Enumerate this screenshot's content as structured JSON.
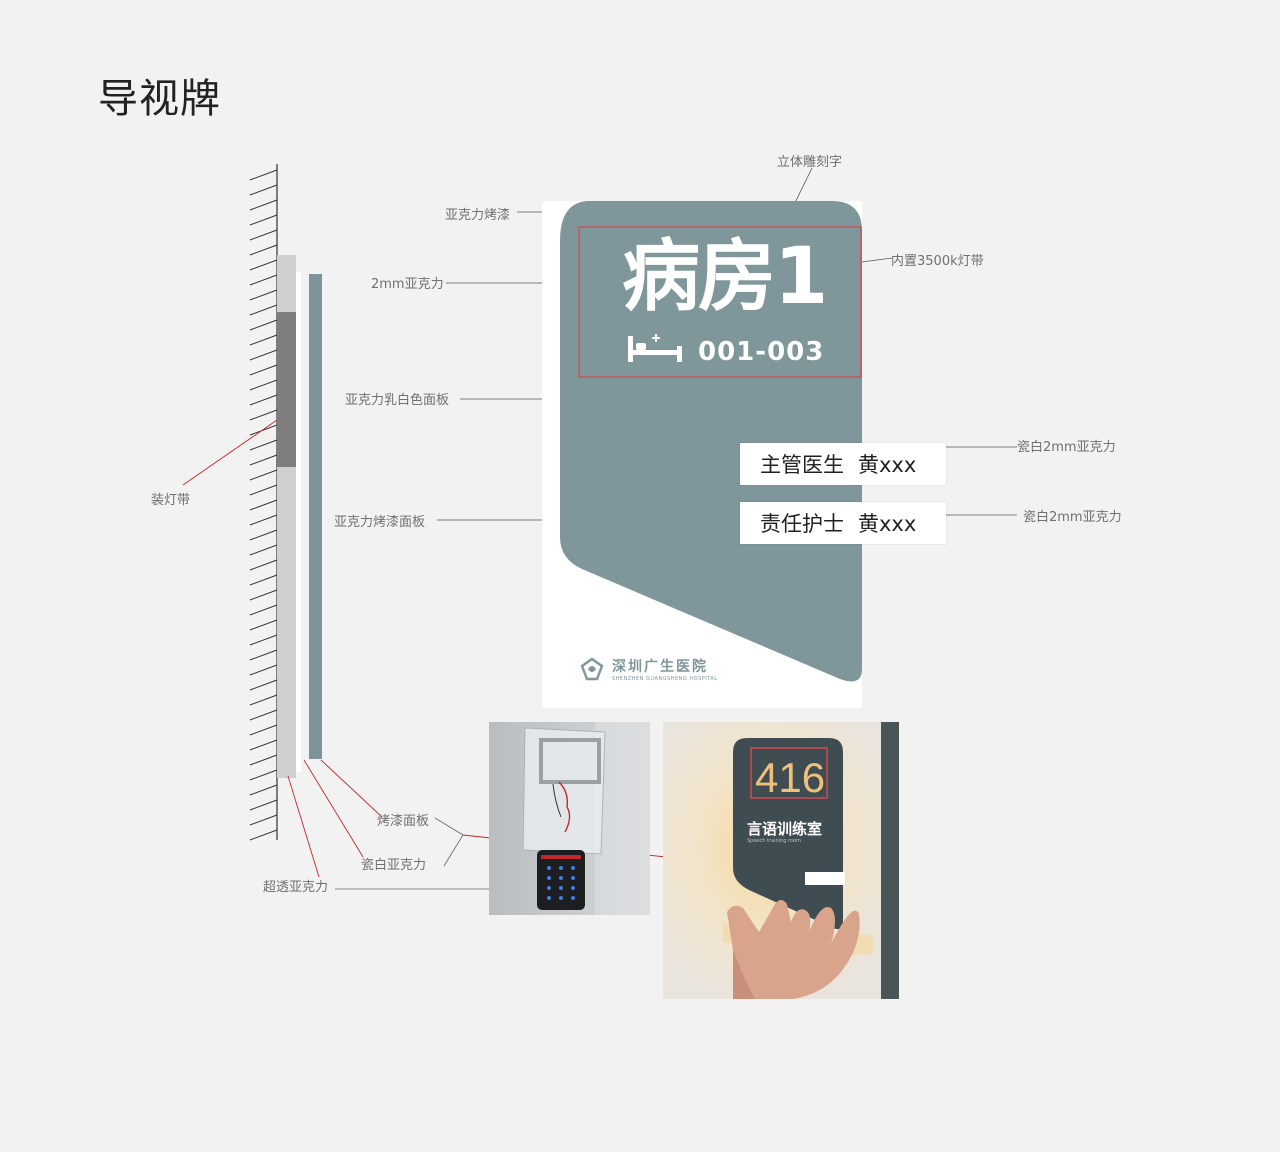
{
  "page": {
    "title": "导视牌"
  },
  "sign": {
    "room_name": "病房1",
    "room_code": "001-003",
    "cards": [
      {
        "role": "主管医生",
        "name": "黄xxx"
      },
      {
        "role": "责任护士",
        "name": "黄xxx"
      }
    ],
    "logo_cn": "深圳广生医院",
    "logo_en": "SHENZHEN GUANGSHENG HOSPITAL"
  },
  "annotations": {
    "carved_text": "立体雕刻字",
    "acrylic_paint": "亚克力烤漆",
    "light_strip_3500k": "内置3500k灯带",
    "acrylic_2mm": "2mm亚克力",
    "milk_white_panel": "亚克力乳白色面板",
    "light_strip_mount": "装灯带",
    "painted_panel_main": "亚克力烤漆面板",
    "porcelain_acrylic_1": "瓷白2mm亚克力",
    "porcelain_acrylic_2": "瓷白2mm亚克力",
    "painted_panel": "烤漆面板",
    "porcelain_acrylic": "瓷白亚克力",
    "ultra_clear_acrylic": "超透亚克力"
  },
  "photo_sign": {
    "number": "416",
    "room_name": "言语训练室",
    "room_en": "Speech training room"
  },
  "colors": {
    "panel": "#7f969b",
    "board": "#ffffff",
    "background": "#f2f2f2",
    "leader_red": "#c0282d",
    "side_panel": "#7c9399"
  }
}
